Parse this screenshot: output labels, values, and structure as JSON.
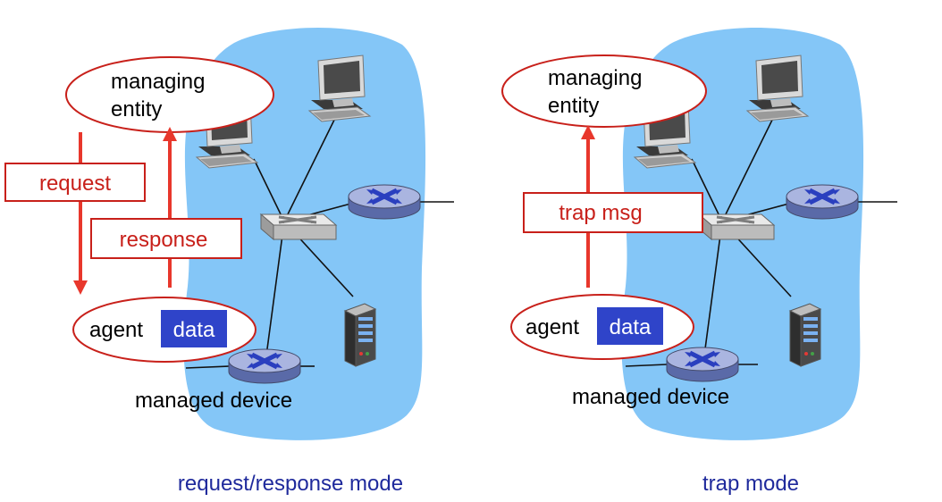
{
  "colors": {
    "cloud": "#84c6f7",
    "arrow": "#e8372c",
    "label_text": "#c8201a",
    "data_box": "#2f44c9",
    "caption": "#1f2a9c",
    "link": "#111111"
  },
  "left_panel": {
    "managing_entity": {
      "line1": "managing",
      "line2": "entity"
    },
    "request_label": "request",
    "response_label": "response",
    "agent": {
      "label": "agent",
      "data": "data"
    },
    "managed_device": "managed device",
    "caption": "request/response mode"
  },
  "right_panel": {
    "managing_entity": {
      "line1": "managing",
      "line2": "entity"
    },
    "trap_label": "trap msg",
    "agent": {
      "label": "agent",
      "data": "data"
    },
    "managed_device": "managed device",
    "caption": "trap mode"
  },
  "icons": [
    "desktop-computer-icon",
    "switch-icon",
    "router-icon",
    "server-icon"
  ]
}
